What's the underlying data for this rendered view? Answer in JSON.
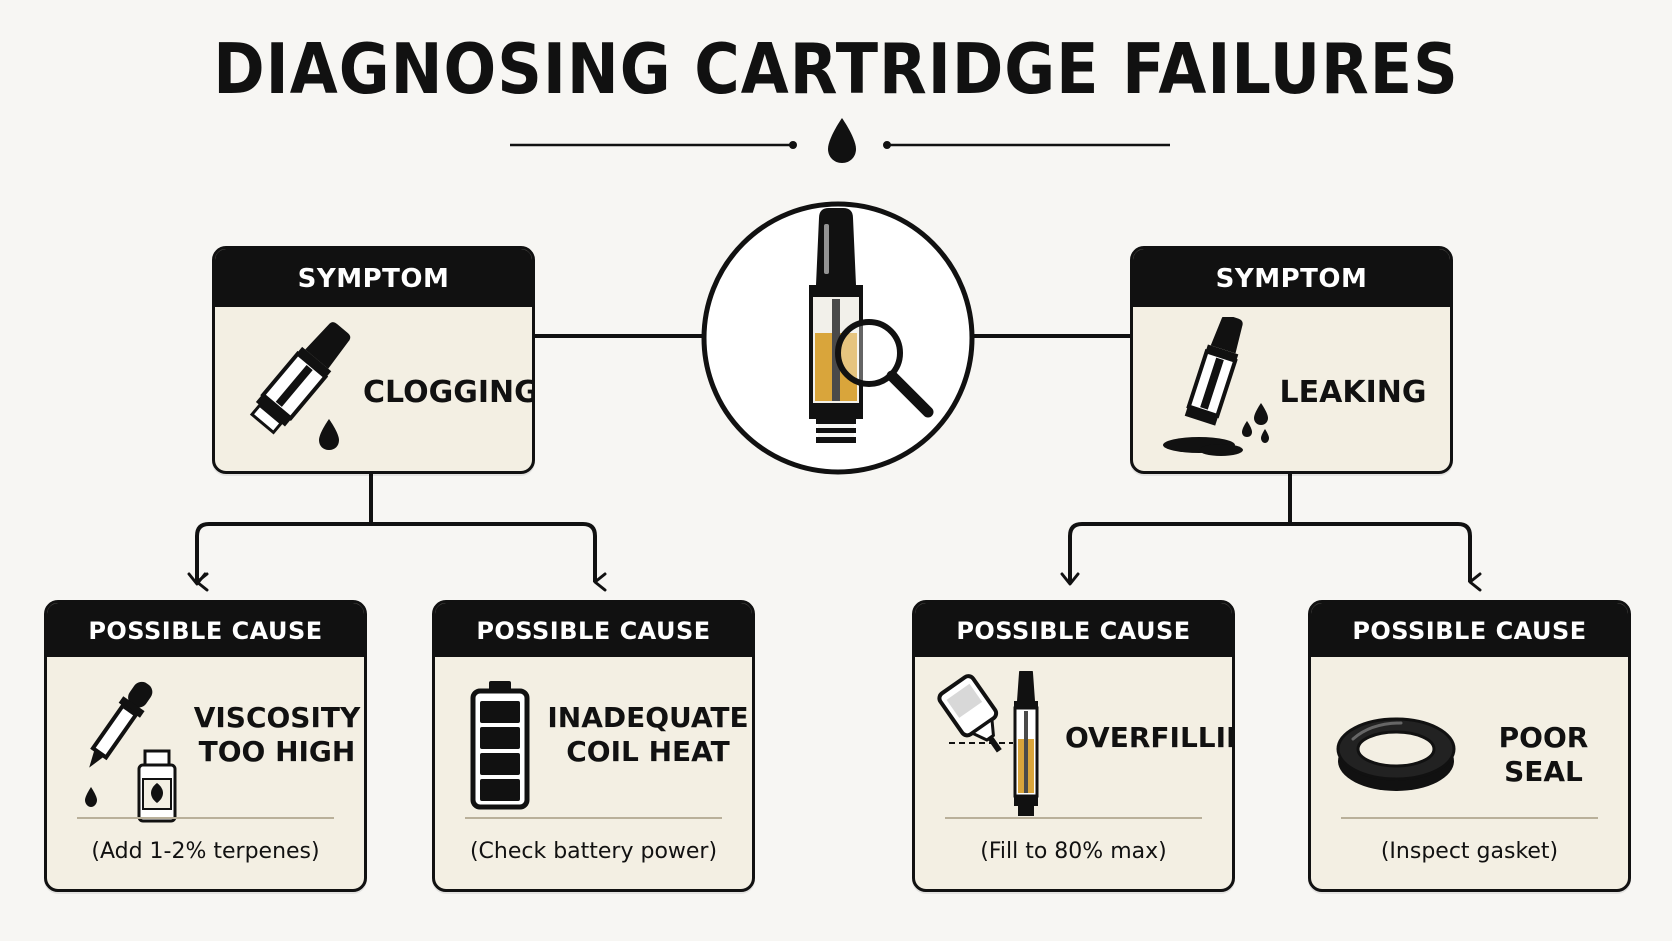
{
  "title": "DIAGNOSING CARTRIDGE FAILURES",
  "symptoms": [
    {
      "header": "SYMPTOM",
      "label": "CLOGGING",
      "icon": "clogged-cartridge-icon"
    },
    {
      "header": "SYMPTOM",
      "label": "LEAKING",
      "icon": "leaking-cartridge-icon"
    }
  ],
  "causes": [
    {
      "header": "POSSIBLE CAUSE",
      "label_lines": [
        "VISCOSITY",
        "TOO HIGH"
      ],
      "note": "(Add 1-2% terpenes)",
      "icon": "dropper-bottle-icon"
    },
    {
      "header": "POSSIBLE CAUSE",
      "label_lines": [
        "INADEQUATE",
        "COIL HEAT"
      ],
      "note": "(Check battery power)",
      "icon": "battery-icon"
    },
    {
      "header": "POSSIBLE CAUSE",
      "label_lines": [
        "OVERFILLING"
      ],
      "note": "(Fill to 80% max)",
      "icon": "overfill-cartridge-icon"
    },
    {
      "header": "POSSIBLE CAUSE",
      "label_lines": [
        "POOR SEAL"
      ],
      "note": "(Inspect gasket)",
      "icon": "gasket-ring-icon"
    }
  ],
  "colors": {
    "ink": "#111111",
    "card": "#f3efe3",
    "oil": "#d9a53b",
    "background": "#f7f6f3"
  }
}
